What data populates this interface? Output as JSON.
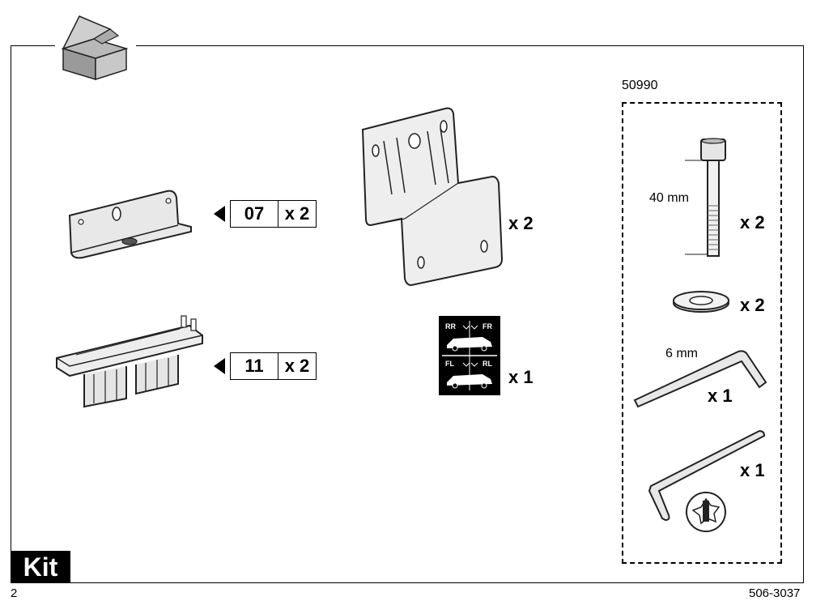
{
  "page": {
    "title": "Kit",
    "page_number": "2",
    "doc_number": "506-3037"
  },
  "icons": {
    "box": "open-box-icon"
  },
  "parts": {
    "bracket": {
      "code": "07",
      "qty": "x 2"
    },
    "foot": {
      "code": "11",
      "qty": "x 2"
    },
    "plate": {
      "qty": "x 2"
    },
    "sticker": {
      "qty": "x 1",
      "top_left": "RR",
      "top_right": "FR",
      "bottom_left": "FL",
      "bottom_right": "RL"
    }
  },
  "kit_50990": {
    "code": "50990",
    "bolt": {
      "length": "40 mm",
      "qty": "x 2"
    },
    "washer": {
      "qty": "x 2"
    },
    "hex_key": {
      "size": "6 mm",
      "qty": "x 1"
    },
    "torx_key": {
      "qty": "x 1"
    }
  }
}
